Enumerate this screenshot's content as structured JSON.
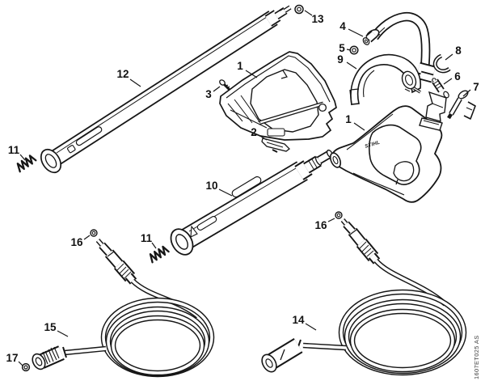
{
  "figure": {
    "drawing_code": "1607ET025 AS",
    "gun_logo": "STIHL",
    "line_color": "#161616",
    "background": "#ffffff"
  },
  "callouts": [
    {
      "part": "12"
    },
    {
      "part": "13"
    },
    {
      "part": "11"
    },
    {
      "part": "1"
    },
    {
      "part": "3"
    },
    {
      "part": "2"
    },
    {
      "part": "4"
    },
    {
      "part": "5"
    },
    {
      "part": "9"
    },
    {
      "part": "8"
    },
    {
      "part": "6"
    },
    {
      "part": "7"
    },
    {
      "part": "1"
    },
    {
      "part": "10"
    },
    {
      "part": "11"
    },
    {
      "part": "16"
    },
    {
      "part": "15"
    },
    {
      "part": "17"
    },
    {
      "part": "16"
    },
    {
      "part": "14"
    }
  ]
}
